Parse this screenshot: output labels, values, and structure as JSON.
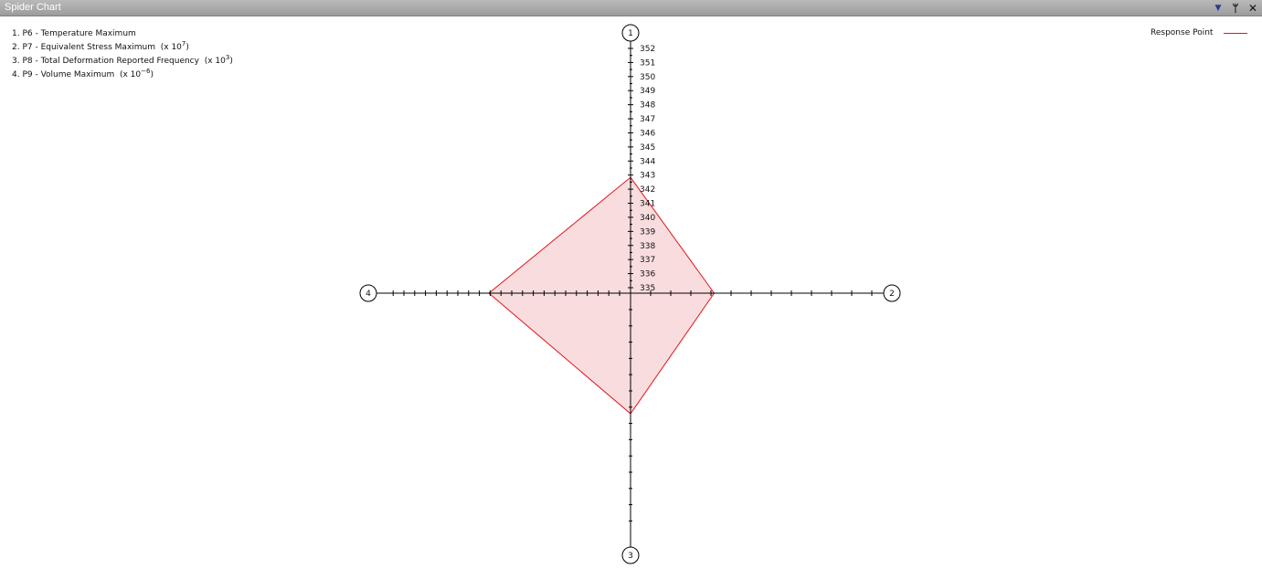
{
  "window": {
    "title": "Spider Chart",
    "buttons": {
      "dropdown_icon": "chevron-down-icon",
      "pin_icon": "pin-icon",
      "close_icon": "close-icon"
    }
  },
  "parameters": [
    {
      "text": "1. P6 - Temperature Maximum",
      "scale": ""
    },
    {
      "text": "2. P7 - Equivalent Stress Maximum",
      "scale": "(x 10",
      "exp": "7",
      "close": ")"
    },
    {
      "text": "3. P8 - Total Deformation Reported Frequency",
      "scale": "(x 10",
      "exp": "3",
      "close": ")"
    },
    {
      "text": "4. P9 - Volume Maximum",
      "scale": "(x 10",
      "exp": "−6",
      "close": ")"
    }
  ],
  "legend": {
    "label": "Response Point",
    "color": "#e0151b"
  },
  "chart_data": {
    "type": "radar",
    "axes": [
      "1",
      "2",
      "3",
      "4"
    ],
    "axis1_ticks": [
      "352",
      "351",
      "350",
      "349",
      "348",
      "347",
      "346",
      "345",
      "344",
      "343",
      "342",
      "341",
      "340",
      "339",
      "338",
      "337",
      "336",
      "335"
    ],
    "axis1_range": [
      334.6,
      352.0
    ],
    "series": [
      {
        "name": "Response Point",
        "normalized_values": [
          0.445,
          0.32,
          0.46,
          0.54
        ],
        "axis1_value": 342.7
      }
    ],
    "colors": {
      "line": "#e0151b",
      "fill": "#f7d2d3"
    }
  }
}
